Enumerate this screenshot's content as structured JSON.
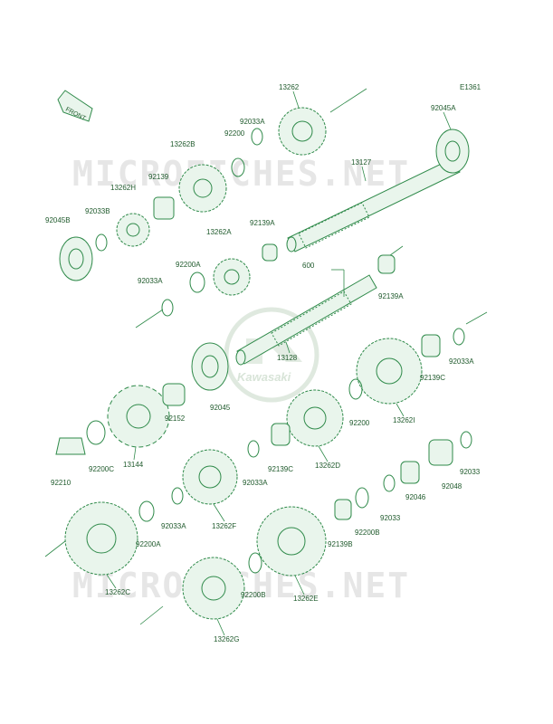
{
  "diagram_id": "E1361",
  "front_label": "FRONT",
  "watermark_text": "MICROFICHES.NET",
  "logo_text": "Kawasaki",
  "colors": {
    "line": "#2f8a4a",
    "label": "#1f5a2c",
    "watermark": "#e6e6e6",
    "background": "#ffffff"
  },
  "parts": [
    {
      "id": "p-13262",
      "label": "13262"
    },
    {
      "id": "p-92033A-1",
      "label": "92033A"
    },
    {
      "id": "p-92200-1",
      "label": "92200"
    },
    {
      "id": "p-92045A",
      "label": "92045A"
    },
    {
      "id": "p-13262B",
      "label": "13262B"
    },
    {
      "id": "p-13127",
      "label": "13127"
    },
    {
      "id": "p-92139-1",
      "label": "92139"
    },
    {
      "id": "p-13262H",
      "label": "13262H"
    },
    {
      "id": "p-92033B",
      "label": "92033B"
    },
    {
      "id": "p-92045B",
      "label": "92045B"
    },
    {
      "id": "p-92139A-1",
      "label": "92139A"
    },
    {
      "id": "p-13262A",
      "label": "13262A"
    },
    {
      "id": "p-600",
      "label": "600"
    },
    {
      "id": "p-92200A-1",
      "label": "92200A"
    },
    {
      "id": "p-92033A-2",
      "label": "92033A"
    },
    {
      "id": "p-92139A-2",
      "label": "92139A"
    },
    {
      "id": "p-13128",
      "label": "13128"
    },
    {
      "id": "p-92033A-3",
      "label": "92033A"
    },
    {
      "id": "p-92139C-1",
      "label": "92139C"
    },
    {
      "id": "p-13262I",
      "label": "13262I"
    },
    {
      "id": "p-92152",
      "label": "92152"
    },
    {
      "id": "p-92045",
      "label": "92045"
    },
    {
      "id": "p-92200-2",
      "label": "92200"
    },
    {
      "id": "p-92200C",
      "label": "92200C"
    },
    {
      "id": "p-13144",
      "label": "13144"
    },
    {
      "id": "p-92139C-2",
      "label": "92139C"
    },
    {
      "id": "p-13262D",
      "label": "13262D"
    },
    {
      "id": "p-92210",
      "label": "92210"
    },
    {
      "id": "p-92033A-4",
      "label": "92033A"
    },
    {
      "id": "p-92033-1",
      "label": "92033"
    },
    {
      "id": "p-92046",
      "label": "92046"
    },
    {
      "id": "p-92048",
      "label": "92048"
    },
    {
      "id": "p-13262F",
      "label": "13262F"
    },
    {
      "id": "p-92033A-5",
      "label": "92033A"
    },
    {
      "id": "p-92033-2",
      "label": "92033"
    },
    {
      "id": "p-92200B-1",
      "label": "92200B"
    },
    {
      "id": "p-92200A-2",
      "label": "92200A"
    },
    {
      "id": "p-92139B",
      "label": "92139B"
    },
    {
      "id": "p-13262C",
      "label": "13262C"
    },
    {
      "id": "p-92200B-2",
      "label": "92200B"
    },
    {
      "id": "p-13262E",
      "label": "13262E"
    },
    {
      "id": "p-13262G",
      "label": "13262G"
    }
  ]
}
